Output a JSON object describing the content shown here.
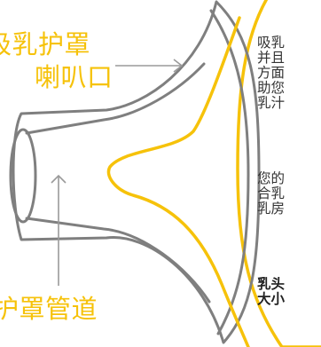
{
  "labels": {
    "funnel_line1": "吸乳护罩",
    "funnel_line2": "喇叭口",
    "tunnel": "护罩管道"
  },
  "panel": {
    "para1": "吸乳\n并且\n方面\n助您\n乳汁",
    "para2": "您的\n合乳\n乳房",
    "para3": "乳头\n大小"
  },
  "colors": {
    "accent_yellow": "#f6c20a",
    "outline_gray": "#7f7f7f",
    "panel_fill": "#ffffff",
    "text_dark": "#333333"
  }
}
